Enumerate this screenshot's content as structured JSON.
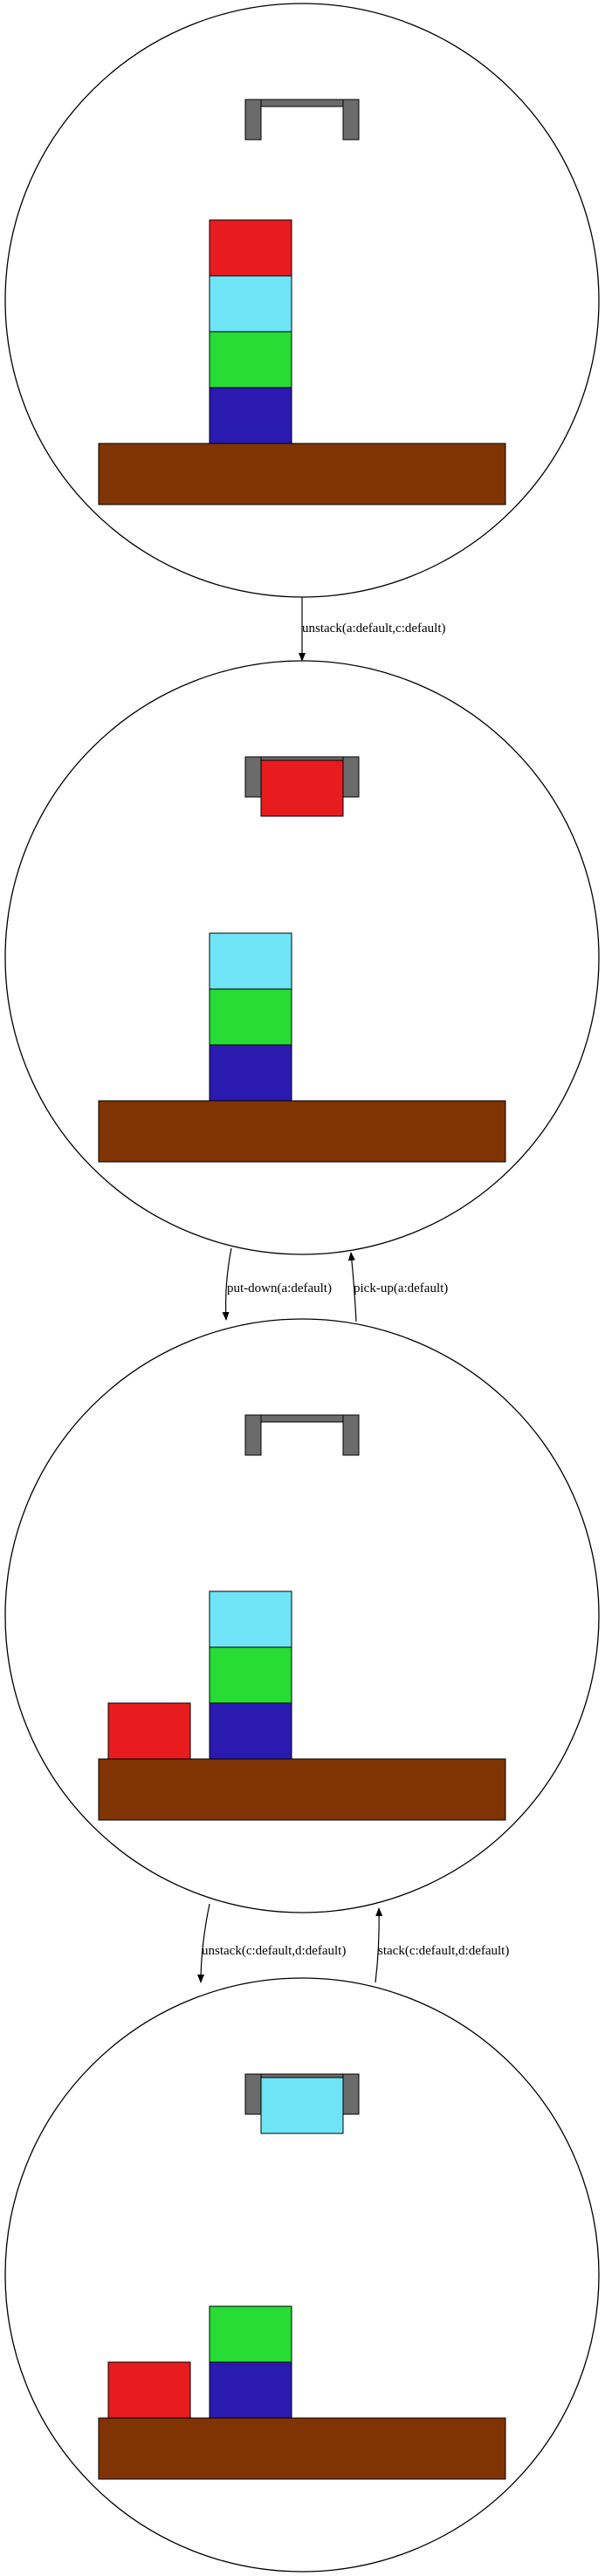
{
  "colors": {
    "red": "#e81c1f",
    "cyan": "#70e4f7",
    "green": "#27dc35",
    "blue": "#2a1ab0",
    "table": "#813403",
    "gripper": "#6b6b6b"
  },
  "states": [
    {
      "held": null,
      "tower": [
        "blue",
        "green",
        "cyan",
        "red"
      ],
      "table_blocks": []
    },
    {
      "held": "red",
      "tower": [
        "blue",
        "green",
        "cyan"
      ],
      "table_blocks": []
    },
    {
      "held": null,
      "tower": [
        "blue",
        "green",
        "cyan"
      ],
      "table_blocks": [
        "red"
      ]
    },
    {
      "held": "cyan",
      "tower": [
        "blue",
        "green"
      ],
      "table_blocks": [
        "red"
      ]
    }
  ],
  "edges": {
    "e1": "unstack(a:default,c:default)",
    "e2": "put-down(a:default)",
    "e3": "pick-up(a:default)",
    "e4": "unstack(c:default,d:default)",
    "e5": "stack(c:default,d:default)"
  }
}
